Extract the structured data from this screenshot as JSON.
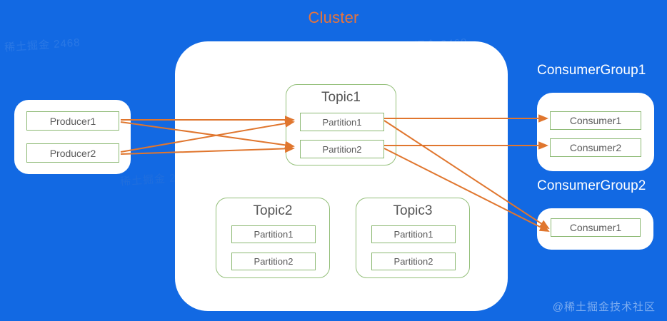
{
  "diagram": {
    "title": "Cluster",
    "title_color": "#e8743b",
    "background_color": "#1269e3",
    "arrow_color": "#e0762e",
    "box_border_color": "#8cb973",
    "label_color": "#5a5a5a"
  },
  "producers": {
    "items": [
      {
        "label": "Producer1"
      },
      {
        "label": "Producer2"
      }
    ]
  },
  "cluster": {
    "label": "Cluster",
    "topics": [
      {
        "label": "Topic1",
        "partitions": [
          {
            "label": "Partition1"
          },
          {
            "label": "Partition2"
          }
        ]
      },
      {
        "label": "Topic2",
        "partitions": [
          {
            "label": "Partition1"
          },
          {
            "label": "Partition2"
          }
        ]
      },
      {
        "label": "Topic3",
        "partitions": [
          {
            "label": "Partition1"
          },
          {
            "label": "Partition2"
          }
        ]
      }
    ]
  },
  "consumer_groups": [
    {
      "label": "ConsumerGroup1",
      "consumers": [
        {
          "label": "Consumer1"
        },
        {
          "label": "Consumer2"
        }
      ]
    },
    {
      "label": "ConsumerGroup2",
      "consumers": [
        {
          "label": "Consumer1"
        }
      ]
    }
  ],
  "connections": [
    {
      "from": "Producer1",
      "to": "Topic1.Partition1"
    },
    {
      "from": "Producer1",
      "to": "Topic1.Partition2"
    },
    {
      "from": "Producer2",
      "to": "Topic1.Partition1"
    },
    {
      "from": "Producer2",
      "to": "Topic1.Partition2"
    },
    {
      "from": "Topic1.Partition1",
      "to": "ConsumerGroup1.Consumer1"
    },
    {
      "from": "Topic1.Partition2",
      "to": "ConsumerGroup1.Consumer2"
    },
    {
      "from": "Topic1.Partition1",
      "to": "ConsumerGroup2.Consumer1"
    },
    {
      "from": "Topic1.Partition2",
      "to": "ConsumerGroup2.Consumer1"
    }
  ],
  "watermarks": {
    "corner": "@稀土掘金技术社区",
    "background": "稀土掘金 2468"
  }
}
